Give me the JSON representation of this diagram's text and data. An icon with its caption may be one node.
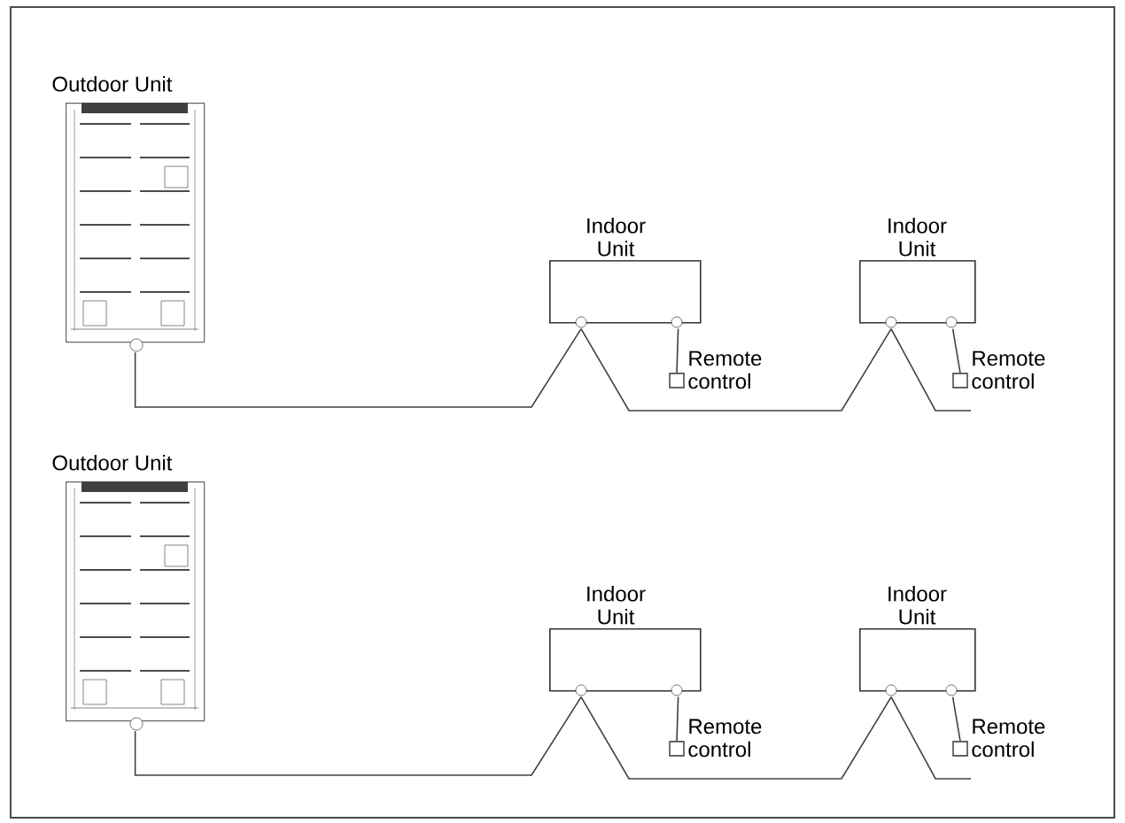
{
  "diagram": {
    "nodes": [
      {
        "text": [
          "Outdoor Unit"
        ]
      },
      {
        "text": [
          "Indoor Unit"
        ]
      },
      {
        "text": [
          "Remote control"
        ]
      },
      {
        "text": [
          "Indoor Unit"
        ]
      },
      {
        "text": [
          "Remote control"
        ]
      },
      {
        "text": [
          "Outdoor Unit"
        ]
      },
      {
        "text": [
          "Indoor Unit"
        ]
      },
      {
        "text": [
          "Remote control"
        ]
      },
      {
        "text": [
          "Indoor Unit"
        ]
      },
      {
        "text": [
          "Remote control"
        ]
      }
    ],
    "edges": [
      {
        "from": 0,
        "to": 1,
        "arrow": "none"
      },
      {
        "from": 1,
        "to": 2,
        "arrow": "none"
      },
      {
        "from": 1,
        "to": 3,
        "arrow": "none"
      },
      {
        "from": 3,
        "to": 4,
        "arrow": "none"
      },
      {
        "from": 3,
        "to": null,
        "arrow": "none"
      },
      {
        "from": 5,
        "to": 6,
        "arrow": "none"
      },
      {
        "from": 6,
        "to": 7,
        "arrow": "none"
      },
      {
        "from": 6,
        "to": 8,
        "arrow": "none"
      },
      {
        "from": 8,
        "to": 9,
        "arrow": "none"
      },
      {
        "from": 8,
        "to": null,
        "arrow": "none"
      }
    ]
  }
}
